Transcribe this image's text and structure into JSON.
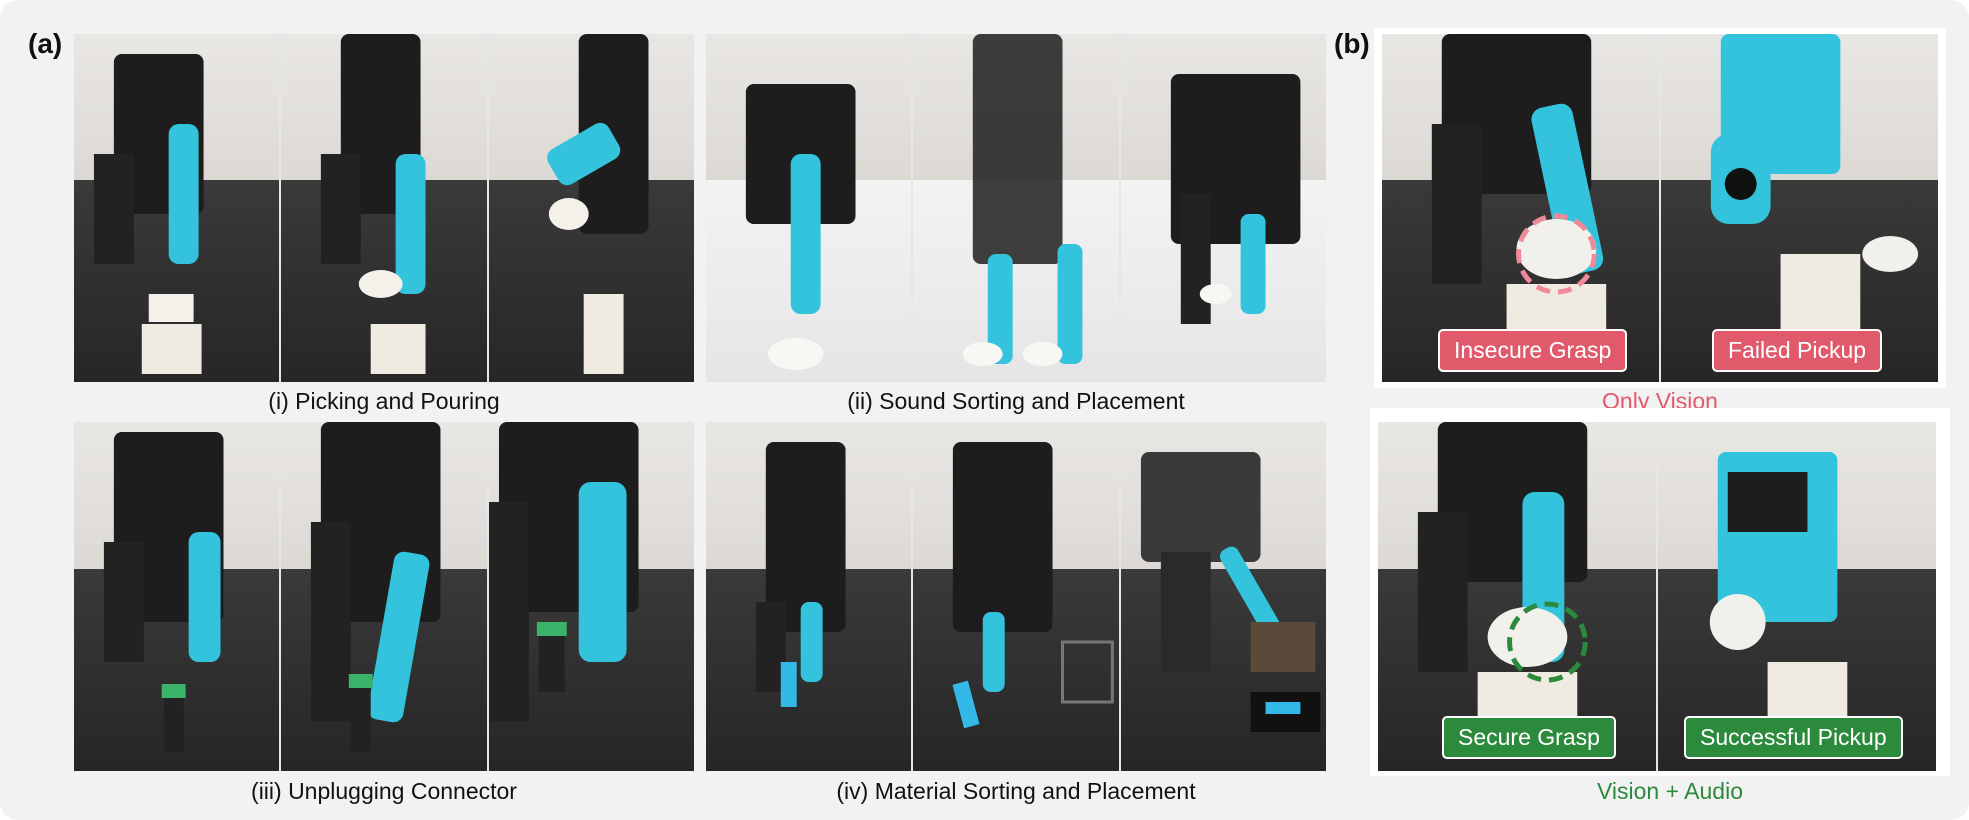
{
  "panels": {
    "a_label": "(a)",
    "b_label": "(b)"
  },
  "tasks": [
    {
      "caption": "(i) Picking and Pouring",
      "photo_count": 3
    },
    {
      "caption": "(ii) Sound Sorting and Placement",
      "photo_count": 3
    },
    {
      "caption": "(iii) Unplugging Connector",
      "photo_count": 3
    },
    {
      "caption": "(iv) Material Sorting and Placement",
      "photo_count": 3
    }
  ],
  "comparison": {
    "only_vision": {
      "label": "Only Vision",
      "left_tag": "Insecure Grasp",
      "right_tag": "Failed Pickup",
      "color": "#e05a6b"
    },
    "vision_audio": {
      "label": "Vision + Audio",
      "left_tag": "Secure Grasp",
      "right_tag": "Successful Pickup",
      "color": "#2c8a3c"
    }
  },
  "colors": {
    "gripper": "#33c3dc",
    "robot_body": "#1d1d1d",
    "table_dark": "#2b2b2b",
    "wall": "#e3e0dc"
  }
}
